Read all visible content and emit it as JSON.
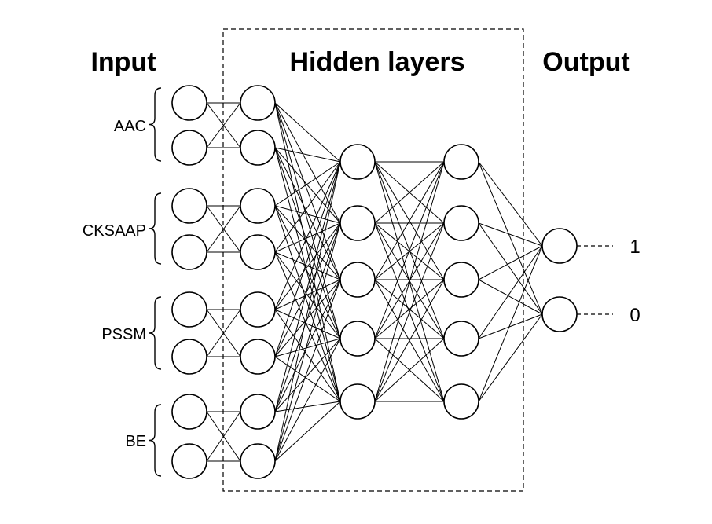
{
  "titles": {
    "input": "Input",
    "hidden": "Hidden layers",
    "output": "Output"
  },
  "feature_groups": [
    {
      "label": "AAC"
    },
    {
      "label": "CKSAAP"
    },
    {
      "label": "PSSM"
    },
    {
      "label": "BE"
    }
  ],
  "output_labels": [
    "1",
    "0"
  ],
  "layers": [
    {
      "name": "input",
      "nodes": 8
    },
    {
      "name": "hidden-1",
      "nodes": 8
    },
    {
      "name": "hidden-2",
      "nodes": 5
    },
    {
      "name": "hidden-3",
      "nodes": 5
    },
    {
      "name": "output",
      "nodes": 2
    }
  ]
}
